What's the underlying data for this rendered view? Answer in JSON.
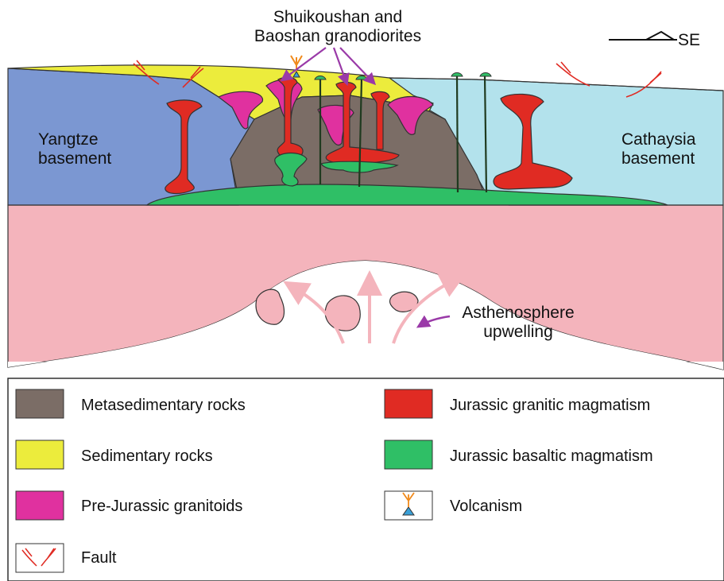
{
  "colors": {
    "metasedimentary": "#7b6d66",
    "sedimentary": "#ecec3c",
    "pre_jurassic_granitoids": "#e0319f",
    "jurassic_granitic": "#e02b23",
    "jurassic_basaltic": "#2fbf66",
    "yangtze": "#7b97d2",
    "cathaysia": "#b3e2ec",
    "mantle": "#f4b4bc",
    "asthenosphere": "#ffffff",
    "arrow_pink": "#f4b4bc",
    "arrow_purple": "#9a3aa8",
    "fault_red": "#e02b23",
    "volcano_orange": "#f08a1c",
    "volcano_blue": "#3aa0d8"
  },
  "labels": {
    "annotation_line1": "Shuikoushan and",
    "annotation_line2": "Baoshan granodiorites",
    "orientation": "SE",
    "yangtze_line1": "Yangtze",
    "yangtze_line2": "basement",
    "cathaysia_line1": "Cathaysia",
    "cathaysia_line2": "basement",
    "astheno_line1": "Asthenosphere",
    "astheno_line2": "upwelling"
  },
  "legend": {
    "items": [
      {
        "label": "Metasedimentary rocks",
        "icon": "swatch-metasedimentary"
      },
      {
        "label": "Sedimentary rocks",
        "icon": "swatch-sedimentary"
      },
      {
        "label": "Pre-Jurassic granitoids",
        "icon": "swatch-pre-jurassic"
      },
      {
        "label": "Fault",
        "icon": "fault-icon"
      },
      {
        "label": "Jurassic granitic magmatism",
        "icon": "swatch-jurassic-granitic"
      },
      {
        "label": "Jurassic basaltic magmatism",
        "icon": "swatch-jurassic-basaltic"
      },
      {
        "label": "Volcanism",
        "icon": "volcanism-icon"
      }
    ]
  }
}
